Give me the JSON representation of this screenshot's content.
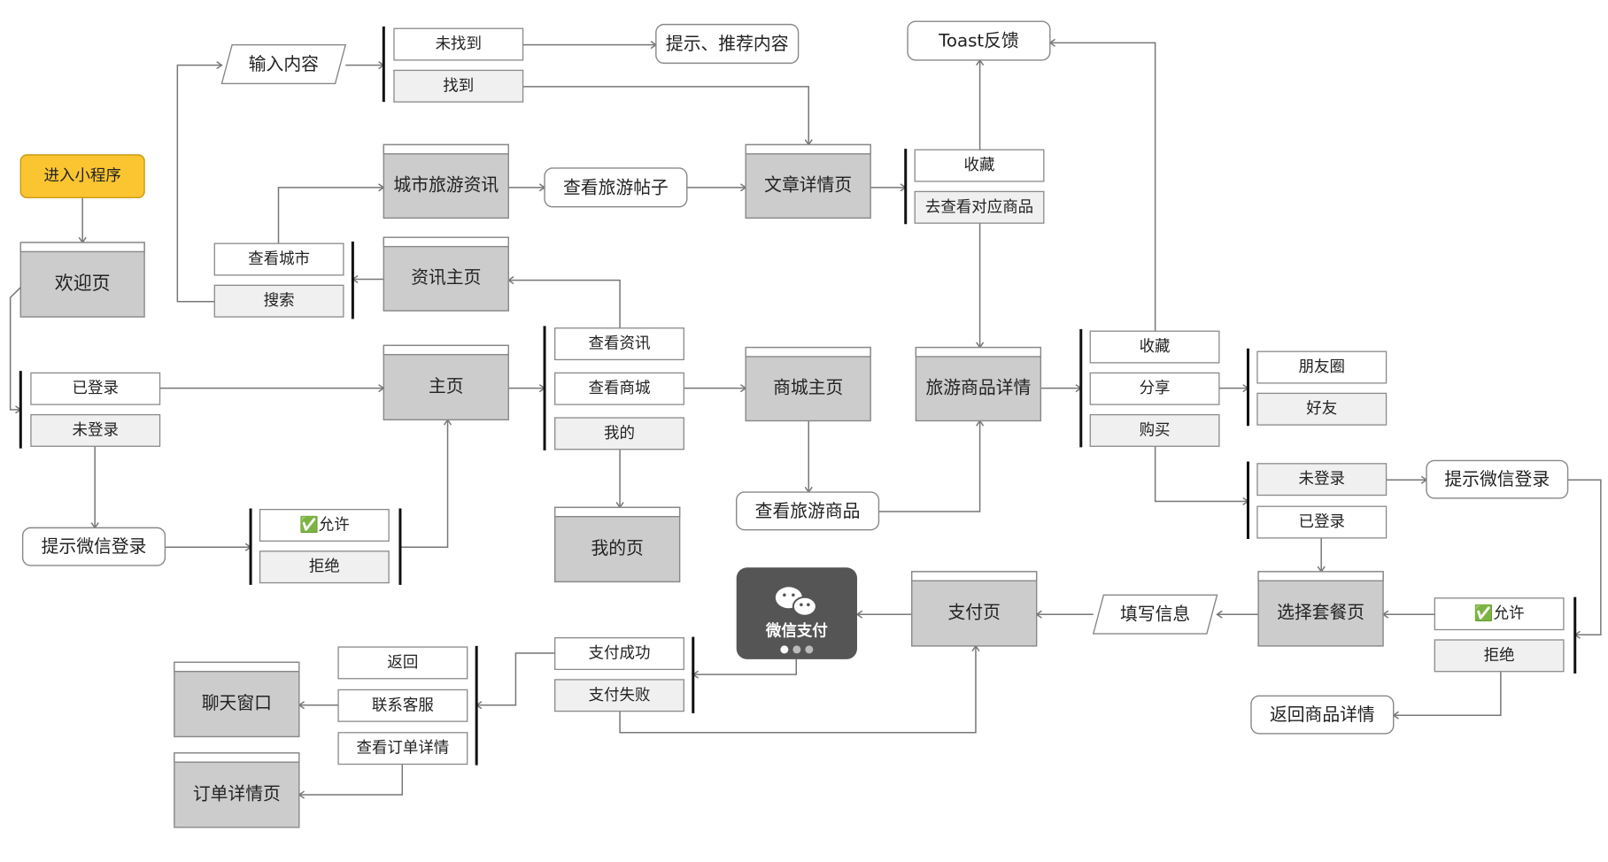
{
  "colors": {
    "page_fill": "#cccccc",
    "option_fill": "#ffffff",
    "option_alt_fill": "#f0f0f0",
    "start_fill": "#fbc531",
    "wechat_pay_fill": "#555555",
    "line": "#777777",
    "bar": "#111111"
  },
  "nodes": {
    "start": "进入小程序",
    "welcome": "欢迎页",
    "logged_in": "已登录",
    "not_logged_in": "未登录",
    "prompt_wechat_login_left": "提示微信登录",
    "allow_left": "✅允许",
    "deny_left": "拒绝",
    "input_content": "输入内容",
    "not_found": "未找到",
    "found": "找到",
    "hint_recommend": "提示、推荐内容",
    "city_travel_info": "城市旅游资讯",
    "view_city": "查看城市",
    "search": "搜索",
    "info_home": "资讯主页",
    "view_travel_posts": "查看旅游帖子",
    "article_detail": "文章详情页",
    "favorite_article": "收藏",
    "go_view_product": "去查看对应商品",
    "toast_feedback": "Toast反馈",
    "home": "主页",
    "view_info": "查看资讯",
    "view_mall": "查看商城",
    "mine": "我的",
    "my_page": "我的页",
    "mall_home": "商城主页",
    "view_travel_products": "查看旅游商品",
    "travel_product_detail": "旅游商品详情",
    "favorite_product": "收藏",
    "share": "分享",
    "buy": "购买",
    "moments": "朋友圈",
    "friends": "好友",
    "not_logged_in_right": "未登录",
    "logged_in_right": "已登录",
    "prompt_wechat_login_right": "提示微信登录",
    "allow_right": "✅允许",
    "deny_right": "拒绝",
    "return_product_detail": "返回商品详情",
    "choose_package": "选择套餐页",
    "fill_info": "填写信息",
    "payment_page": "支付页",
    "wechat_pay": "微信支付",
    "pay_success": "支付成功",
    "pay_fail": "支付失败",
    "back": "返回",
    "contact_service": "联系客服",
    "view_order_detail": "查看订单详情",
    "chat_window": "聊天窗口",
    "order_detail": "订单详情页"
  }
}
